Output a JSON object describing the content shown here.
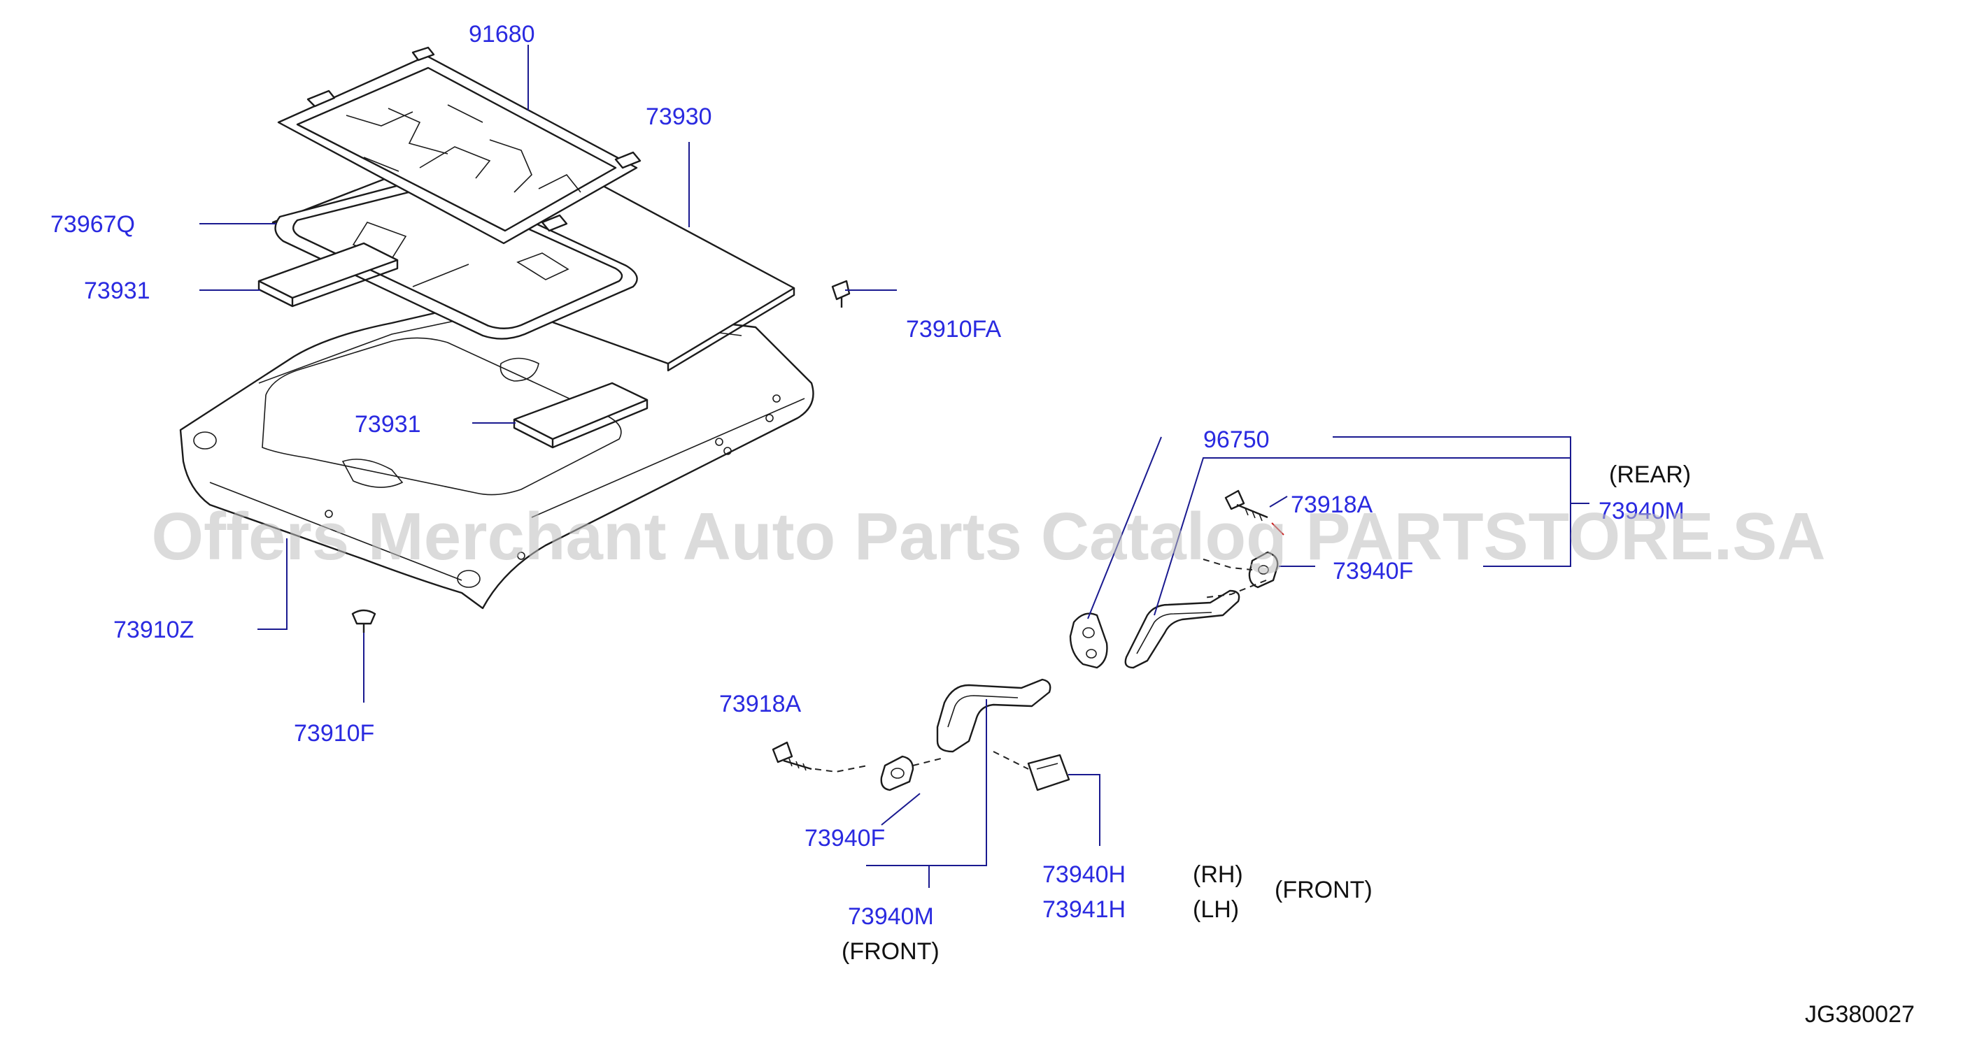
{
  "diagram_code": "JG380027",
  "watermark": "Offers Merchant Auto Parts Catalog PARTSTORE.SA",
  "colors": {
    "part_label": "#2a2ae0",
    "note": "#111111",
    "leader": "#1a1a90",
    "drawing": "#1b1b1b",
    "watermark": "#bdbdbd"
  },
  "labels": {
    "p91680": "91680",
    "p73930": "73930",
    "p73967q": "73967Q",
    "p73931_top": "73931",
    "p73931_mid": "73931",
    "p73910fa": "73910FA",
    "p73910z": "73910Z",
    "p73910f": "73910F",
    "p96750": "96750",
    "rear": "(REAR)",
    "p73918a_rear": "73918A",
    "p73940m_rear": "73940M",
    "p73940f_rear": "73940F",
    "p73918a_front": "73918A",
    "p73940f_front": "73940F",
    "p73940h": "73940H",
    "p73941h": "73941H",
    "rh": "(RH)",
    "lh": "(LH)",
    "front_side": "(FRONT)",
    "p73940m_front": "73940M",
    "front_bottom": "(FRONT)"
  }
}
